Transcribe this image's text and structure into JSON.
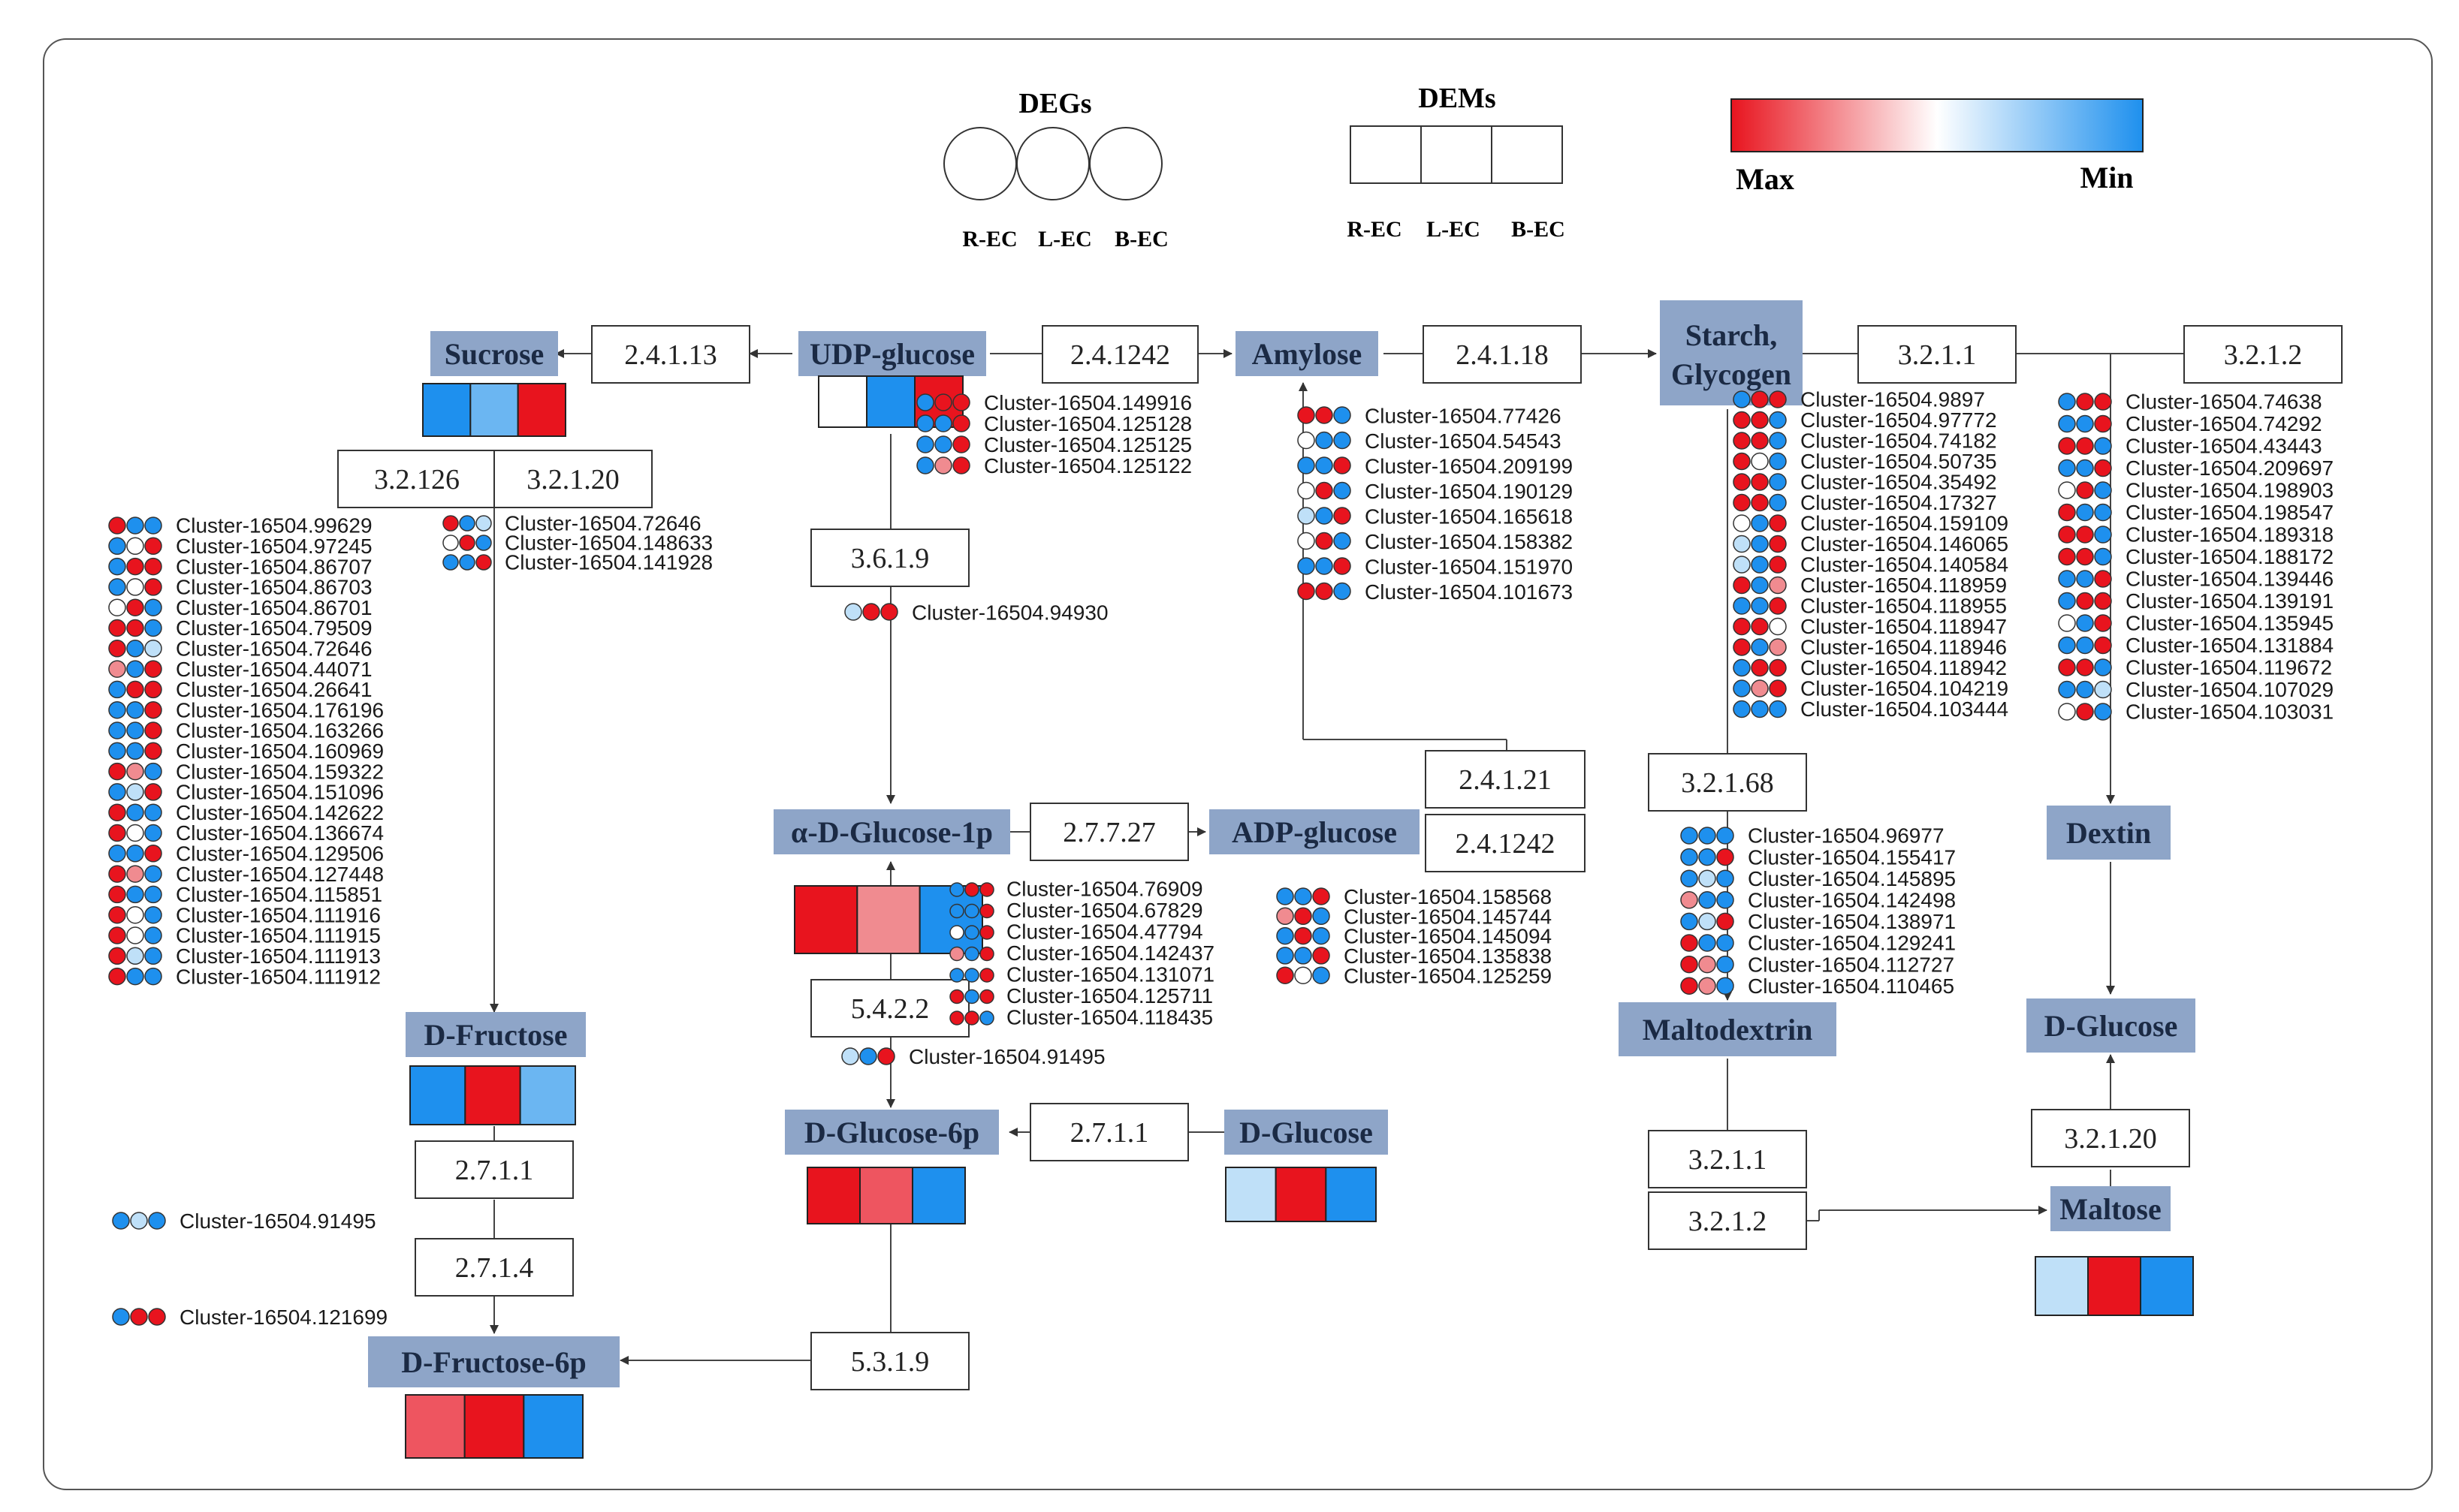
{
  "colors": {
    "max": "#e8141e",
    "min": "#1e90ee",
    "white": "#ffffff",
    "pink": "#f08b90",
    "lightred": "#ee5560",
    "lightblue": "#bfe0f8",
    "midblue": "#6bb6f2"
  },
  "legend": {
    "degs_title": "DEGs",
    "dems_title": "DEMs",
    "col_labels_degs": [
      "R-EC",
      "L-EC",
      "B-EC"
    ],
    "col_labels_dems": [
      "R-EC",
      "L-EC",
      "B-EC"
    ],
    "scale_max": "Max",
    "scale_min": "Min"
  },
  "metabolites": [
    {
      "id": "sucrose",
      "label": "Sucrose",
      "heat": [
        "min",
        "midblue",
        "max"
      ]
    },
    {
      "id": "udpglucose",
      "label": "UDP-glucose",
      "heat": [
        "white",
        "min",
        "max"
      ]
    },
    {
      "id": "amylose",
      "label": "Amylose"
    },
    {
      "id": "starch",
      "label": "Starch,",
      "label2": "Glycogen"
    },
    {
      "id": "dfructose",
      "label": "D-Fructose",
      "heat": [
        "min",
        "max",
        "midblue"
      ]
    },
    {
      "id": "adglucose1p",
      "label": "α-D-Glucose-1p",
      "heat": [
        "max",
        "pink",
        "min"
      ]
    },
    {
      "id": "adpglucose",
      "label": "ADP-glucose"
    },
    {
      "id": "dglucose6p",
      "label": "D-Glucose-6p",
      "heat": [
        "max",
        "lightred",
        "min"
      ]
    },
    {
      "id": "dglucose_mid",
      "label": "D-Glucose",
      "heat": [
        "lightblue",
        "max",
        "min"
      ]
    },
    {
      "id": "dfructose6p",
      "label": "D-Fructose-6p",
      "heat": [
        "lightred",
        "max",
        "min"
      ]
    },
    {
      "id": "maltodextrin",
      "label": "Maltodextrin"
    },
    {
      "id": "dextin",
      "label": "Dextin"
    },
    {
      "id": "dglucose_right",
      "label": "D-Glucose"
    },
    {
      "id": "maltose",
      "label": "Maltose",
      "heat": [
        "lightblue",
        "max",
        "min"
      ]
    }
  ],
  "enzymes": [
    {
      "id": "e1",
      "label": "2.4.1.13"
    },
    {
      "id": "e2",
      "label": "2.4.1242"
    },
    {
      "id": "e3",
      "label": "2.4.1.18"
    },
    {
      "id": "e4",
      "label": "3.2.1.1"
    },
    {
      "id": "e5",
      "label": "3.2.1.2"
    },
    {
      "id": "e6",
      "label": "3.2.126"
    },
    {
      "id": "e7",
      "label": "3.2.1.20"
    },
    {
      "id": "e8",
      "label": "3.6.1.9"
    },
    {
      "id": "e9",
      "label": "2.4.1.21"
    },
    {
      "id": "e10",
      "label": "2.4.1242"
    },
    {
      "id": "e11",
      "label": "3.2.1.68"
    },
    {
      "id": "e12",
      "label": "2.7.7.27"
    },
    {
      "id": "e13",
      "label": "5.4.2.2"
    },
    {
      "id": "e14",
      "label": "2.7.1.1"
    },
    {
      "id": "e15",
      "label": "2.7.1.1"
    },
    {
      "id": "e16",
      "label": "2.7.1.4"
    },
    {
      "id": "e17",
      "label": "5.3.1.9"
    },
    {
      "id": "e18",
      "label": "3.2.1.20"
    },
    {
      "id": "e19",
      "label": "3.2.1.1"
    },
    {
      "id": "e20",
      "label": "3.2.1.2"
    }
  ],
  "gene_groups": [
    {
      "id": "g_udp",
      "genes": [
        {
          "name": "Cluster-16504.149916",
          "c": [
            "min",
            "max",
            "max"
          ]
        },
        {
          "name": "Cluster-16504.125128",
          "c": [
            "min",
            "min",
            "max"
          ]
        },
        {
          "name": "Cluster-16504.125125",
          "c": [
            "min",
            "min",
            "max"
          ]
        },
        {
          "name": "Cluster-16504.125122",
          "c": [
            "min",
            "pink",
            "max"
          ]
        }
      ]
    },
    {
      "id": "g_amylose",
      "genes": [
        {
          "name": "Cluster-16504.77426",
          "c": [
            "max",
            "max",
            "min"
          ]
        },
        {
          "name": "Cluster-16504.54543",
          "c": [
            "white",
            "min",
            "min"
          ]
        },
        {
          "name": "Cluster-16504.209199",
          "c": [
            "min",
            "min",
            "max"
          ]
        },
        {
          "name": "Cluster-16504.190129",
          "c": [
            "white",
            "max",
            "min"
          ]
        },
        {
          "name": "Cluster-16504.165618",
          "c": [
            "lightblue",
            "min",
            "max"
          ]
        },
        {
          "name": "Cluster-16504.158382",
          "c": [
            "white",
            "max",
            "min"
          ]
        },
        {
          "name": "Cluster-16504.151970",
          "c": [
            "min",
            "min",
            "max"
          ]
        },
        {
          "name": "Cluster-16504.101673",
          "c": [
            "max",
            "max",
            "min"
          ]
        }
      ]
    },
    {
      "id": "g_3211",
      "genes": [
        {
          "name": "Cluster-16504.9897",
          "c": [
            "min",
            "max",
            "max"
          ]
        },
        {
          "name": "Cluster-16504.97772",
          "c": [
            "max",
            "max",
            "min"
          ]
        },
        {
          "name": "Cluster-16504.74182",
          "c": [
            "max",
            "max",
            "min"
          ]
        },
        {
          "name": "Cluster-16504.50735",
          "c": [
            "max",
            "white",
            "min"
          ]
        },
        {
          "name": "Cluster-16504.35492",
          "c": [
            "max",
            "max",
            "min"
          ]
        },
        {
          "name": "Cluster-16504.17327",
          "c": [
            "max",
            "max",
            "min"
          ]
        },
        {
          "name": "Cluster-16504.159109",
          "c": [
            "white",
            "min",
            "max"
          ]
        },
        {
          "name": "Cluster-16504.146065",
          "c": [
            "lightblue",
            "min",
            "max"
          ]
        },
        {
          "name": "Cluster-16504.140584",
          "c": [
            "lightblue",
            "min",
            "max"
          ]
        },
        {
          "name": "Cluster-16504.118959",
          "c": [
            "max",
            "min",
            "pink"
          ]
        },
        {
          "name": "Cluster-16504.118955",
          "c": [
            "min",
            "min",
            "max"
          ]
        },
        {
          "name": "Cluster-16504.118947",
          "c": [
            "max",
            "max",
            "white"
          ]
        },
        {
          "name": "Cluster-16504.118946",
          "c": [
            "max",
            "min",
            "pink"
          ]
        },
        {
          "name": "Cluster-16504.118942",
          "c": [
            "min",
            "max",
            "max"
          ]
        },
        {
          "name": "Cluster-16504.104219",
          "c": [
            "min",
            "pink",
            "max"
          ]
        },
        {
          "name": "Cluster-16504.103444",
          "c": [
            "min",
            "min",
            "min"
          ]
        }
      ]
    },
    {
      "id": "g_3212",
      "genes": [
        {
          "name": "Cluster-16504.74638",
          "c": [
            "min",
            "max",
            "max"
          ]
        },
        {
          "name": "Cluster-16504.74292",
          "c": [
            "min",
            "min",
            "max"
          ]
        },
        {
          "name": "Cluster-16504.43443",
          "c": [
            "max",
            "max",
            "min"
          ]
        },
        {
          "name": "Cluster-16504.209697",
          "c": [
            "min",
            "min",
            "max"
          ]
        },
        {
          "name": "Cluster-16504.198903",
          "c": [
            "white",
            "max",
            "min"
          ]
        },
        {
          "name": "Cluster-16504.198547",
          "c": [
            "max",
            "min",
            "min"
          ]
        },
        {
          "name": "Cluster-16504.189318",
          "c": [
            "max",
            "max",
            "min"
          ]
        },
        {
          "name": "Cluster-16504.188172",
          "c": [
            "max",
            "max",
            "min"
          ]
        },
        {
          "name": "Cluster-16504.139446",
          "c": [
            "min",
            "min",
            "max"
          ]
        },
        {
          "name": "Cluster-16504.139191",
          "c": [
            "min",
            "max",
            "max"
          ]
        },
        {
          "name": "Cluster-16504.135945",
          "c": [
            "white",
            "min",
            "max"
          ]
        },
        {
          "name": "Cluster-16504.131884",
          "c": [
            "min",
            "min",
            "max"
          ]
        },
        {
          "name": "Cluster-16504.119672",
          "c": [
            "max",
            "max",
            "min"
          ]
        },
        {
          "name": "Cluster-16504.107029",
          "c": [
            "min",
            "min",
            "lightblue"
          ]
        },
        {
          "name": "Cluster-16504.103031",
          "c": [
            "white",
            "max",
            "min"
          ]
        }
      ]
    },
    {
      "id": "g_32126",
      "genes": [
        {
          "name": "Cluster-16504.99629",
          "c": [
            "max",
            "min",
            "min"
          ]
        },
        {
          "name": "Cluster-16504.97245",
          "c": [
            "min",
            "white",
            "max"
          ]
        },
        {
          "name": "Cluster-16504.86707",
          "c": [
            "min",
            "max",
            "max"
          ]
        },
        {
          "name": "Cluster-16504.86703",
          "c": [
            "min",
            "white",
            "max"
          ]
        },
        {
          "name": "Cluster-16504.86701",
          "c": [
            "white",
            "max",
            "min"
          ]
        },
        {
          "name": "Cluster-16504.79509",
          "c": [
            "max",
            "max",
            "min"
          ]
        },
        {
          "name": "Cluster-16504.72646",
          "c": [
            "max",
            "min",
            "lightblue"
          ]
        },
        {
          "name": "Cluster-16504.44071",
          "c": [
            "pink",
            "min",
            "max"
          ]
        },
        {
          "name": "Cluster-16504.26641",
          "c": [
            "min",
            "max",
            "max"
          ]
        },
        {
          "name": "Cluster-16504.176196",
          "c": [
            "min",
            "min",
            "max"
          ]
        },
        {
          "name": "Cluster-16504.163266",
          "c": [
            "min",
            "min",
            "max"
          ]
        },
        {
          "name": "Cluster-16504.160969",
          "c": [
            "min",
            "min",
            "max"
          ]
        },
        {
          "name": "Cluster-16504.159322",
          "c": [
            "max",
            "pink",
            "min"
          ]
        },
        {
          "name": "Cluster-16504.151096",
          "c": [
            "min",
            "lightblue",
            "max"
          ]
        },
        {
          "name": "Cluster-16504.142622",
          "c": [
            "max",
            "min",
            "min"
          ]
        },
        {
          "name": "Cluster-16504.136674",
          "c": [
            "max",
            "white",
            "min"
          ]
        },
        {
          "name": "Cluster-16504.129506",
          "c": [
            "min",
            "min",
            "max"
          ]
        },
        {
          "name": "Cluster-16504.127448",
          "c": [
            "max",
            "pink",
            "min"
          ]
        },
        {
          "name": "Cluster-16504.115851",
          "c": [
            "max",
            "min",
            "min"
          ]
        },
        {
          "name": "Cluster-16504.111916",
          "c": [
            "max",
            "white",
            "min"
          ]
        },
        {
          "name": "Cluster-16504.111915",
          "c": [
            "max",
            "white",
            "min"
          ]
        },
        {
          "name": "Cluster-16504.111913",
          "c": [
            "max",
            "lightblue",
            "min"
          ]
        },
        {
          "name": "Cluster-16504.111912",
          "c": [
            "max",
            "min",
            "min"
          ]
        }
      ]
    },
    {
      "id": "g_32120",
      "genes": [
        {
          "name": "Cluster-16504.72646",
          "c": [
            "max",
            "min",
            "lightblue"
          ]
        },
        {
          "name": "Cluster-16504.148633",
          "c": [
            "white",
            "max",
            "min"
          ]
        },
        {
          "name": "Cluster-16504.141928",
          "c": [
            "min",
            "min",
            "max"
          ]
        }
      ]
    },
    {
      "id": "g_3619",
      "genes": [
        {
          "name": "Cluster-16504.94930",
          "c": [
            "lightblue",
            "max",
            "max"
          ]
        }
      ]
    },
    {
      "id": "g_27727",
      "genes": [
        {
          "name": "Cluster-16504.76909",
          "c": [
            "min",
            "max",
            "max"
          ]
        },
        {
          "name": "Cluster-16504.67829",
          "c": [
            "min",
            "min",
            "max"
          ]
        },
        {
          "name": "Cluster-16504.47794",
          "c": [
            "white",
            "min",
            "max"
          ]
        },
        {
          "name": "Cluster-16504.142437",
          "c": [
            "pink",
            "min",
            "max"
          ]
        },
        {
          "name": "Cluster-16504.131071",
          "c": [
            "min",
            "min",
            "max"
          ]
        },
        {
          "name": "Cluster-16504.125711",
          "c": [
            "max",
            "min",
            "max"
          ]
        },
        {
          "name": "Cluster-16504.118435",
          "c": [
            "max",
            "max",
            "min"
          ]
        }
      ]
    },
    {
      "id": "g_adp",
      "genes": [
        {
          "name": "Cluster-16504.158568",
          "c": [
            "min",
            "min",
            "max"
          ]
        },
        {
          "name": "Cluster-16504.145744",
          "c": [
            "pink",
            "max",
            "min"
          ]
        },
        {
          "name": "Cluster-16504.145094",
          "c": [
            "min",
            "max",
            "min"
          ]
        },
        {
          "name": "Cluster-16504.135838",
          "c": [
            "min",
            "min",
            "max"
          ]
        },
        {
          "name": "Cluster-16504.125259",
          "c": [
            "max",
            "white",
            "min"
          ]
        }
      ]
    },
    {
      "id": "g_5422",
      "genes": [
        {
          "name": "Cluster-16504.91495",
          "c": [
            "lightblue",
            "min",
            "max"
          ]
        }
      ]
    },
    {
      "id": "g_32168",
      "genes": [
        {
          "name": "Cluster-16504.96977",
          "c": [
            "min",
            "min",
            "min"
          ]
        },
        {
          "name": "Cluster-16504.155417",
          "c": [
            "min",
            "min",
            "max"
          ]
        },
        {
          "name": "Cluster-16504.145895",
          "c": [
            "min",
            "lightblue",
            "min"
          ]
        },
        {
          "name": "Cluster-16504.142498",
          "c": [
            "pink",
            "min",
            "min"
          ]
        },
        {
          "name": "Cluster-16504.138971",
          "c": [
            "min",
            "lightblue",
            "max"
          ]
        },
        {
          "name": "Cluster-16504.129241",
          "c": [
            "max",
            "min",
            "min"
          ]
        },
        {
          "name": "Cluster-16504.112727",
          "c": [
            "max",
            "pink",
            "min"
          ]
        },
        {
          "name": "Cluster-16504.110465",
          "c": [
            "max",
            "pink",
            "min"
          ]
        }
      ]
    },
    {
      "id": "g_2711",
      "genes": [
        {
          "name": "Cluster-16504.91495",
          "c": [
            "min",
            "lightblue",
            "min"
          ]
        }
      ]
    },
    {
      "id": "g_2714",
      "genes": [
        {
          "name": "Cluster-16504.121699",
          "c": [
            "min",
            "max",
            "max"
          ]
        }
      ]
    }
  ]
}
